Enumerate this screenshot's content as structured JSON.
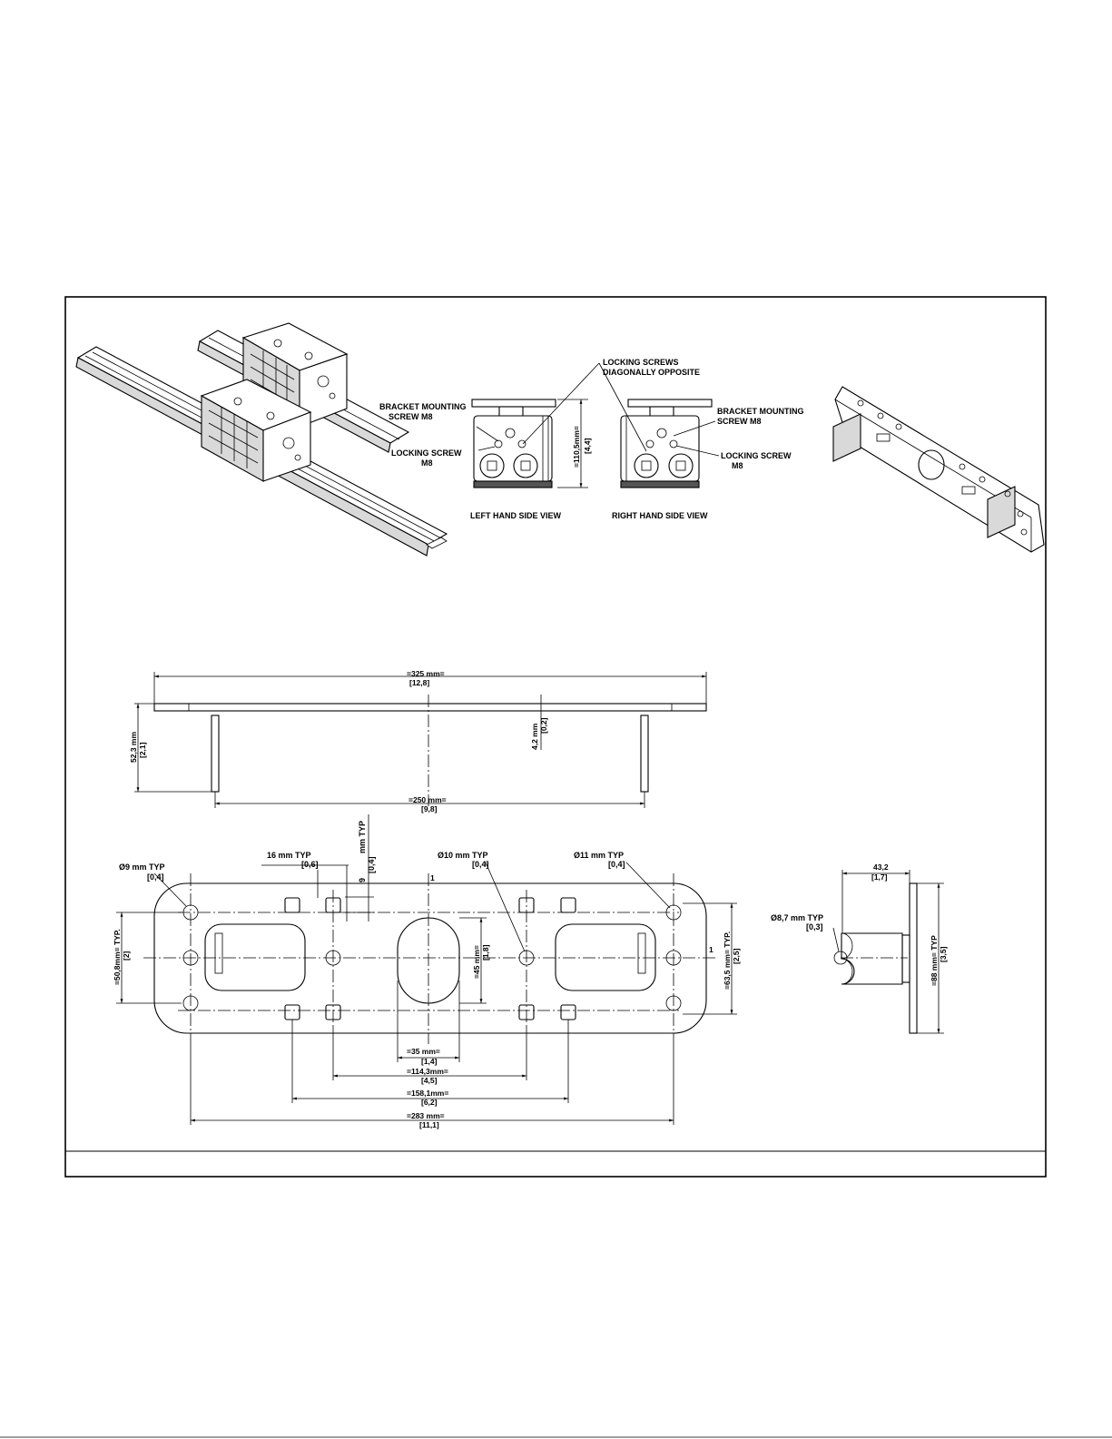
{
  "iso_view": {
    "labels": {
      "locking_screws": "LOCKING SCREWS",
      "diagonally_opposite": "DIAGONALLY OPPOSITE",
      "bracket_mounting_l1": "BRACKET MOUNTING",
      "bracket_mounting_l2": "SCREW M8",
      "locking_screw_l1": "LOCKING SCREW",
      "locking_screw_l2": "M8",
      "bracket_mounting_r1": "BRACKET MOUNTING",
      "bracket_mounting_r2": "SCREW M8",
      "locking_screw_r1": "LOCKING SCREW",
      "locking_screw_r2": "M8",
      "left_view": "LEFT HAND SIDE VIEW",
      "right_view": "RIGHT HAND SIDE VIEW",
      "height_dim": "=110,5mm=",
      "height_inch": "[4,4]"
    }
  },
  "side_view": {
    "length": "=325    mm=",
    "length_inch": "[12,8]",
    "thickness": "4,2  mm",
    "thickness_inch": "[0,2]",
    "height": "52,3 mm",
    "height_inch": "[2,1]",
    "flange_span": "=250  mm=",
    "flange_span_inch": "[9,8]"
  },
  "plan_view": {
    "hole9": "Ø9 mm TYP",
    "hole9_inch": "[0,4]",
    "offset16": "16    mm TYP",
    "offset16_inch": "[0,6]",
    "offset9": "mm TYP",
    "offset9_val": "9",
    "offset9_inch": "[0,4]",
    "hole10": "Ø10 mm TYP",
    "hole10_inch": "[0,4]",
    "hole11": "Ø11 mm TYP",
    "hole11_inch": "[0,4]",
    "v508": "=50,8mm= TYP.",
    "v508_inch": "[2]",
    "v45": "=45    mm=",
    "v45_inch": "[1,8]",
    "v635": "=63,5 mm= TYP.",
    "v635_inch": "[2,5]",
    "h35": "=35     mm=",
    "h35_inch": "[1,4]",
    "h1143": "=114,3mm=",
    "h1143_inch": "[4,5]",
    "h1581": "=158,1mm=",
    "h1581_inch": "[6,2]",
    "h283": "=283     mm=",
    "h283_inch": "[11,1]",
    "mark1": "1",
    "mark2": "1"
  },
  "end_view": {
    "w432": "43,2",
    "w432_inch": "[1,7]",
    "hole87": "Ø8,7 mm TYP",
    "hole87_inch": "[0,3]",
    "h88": "=88    mm= TYP",
    "h88_inch": "[3,5]"
  }
}
